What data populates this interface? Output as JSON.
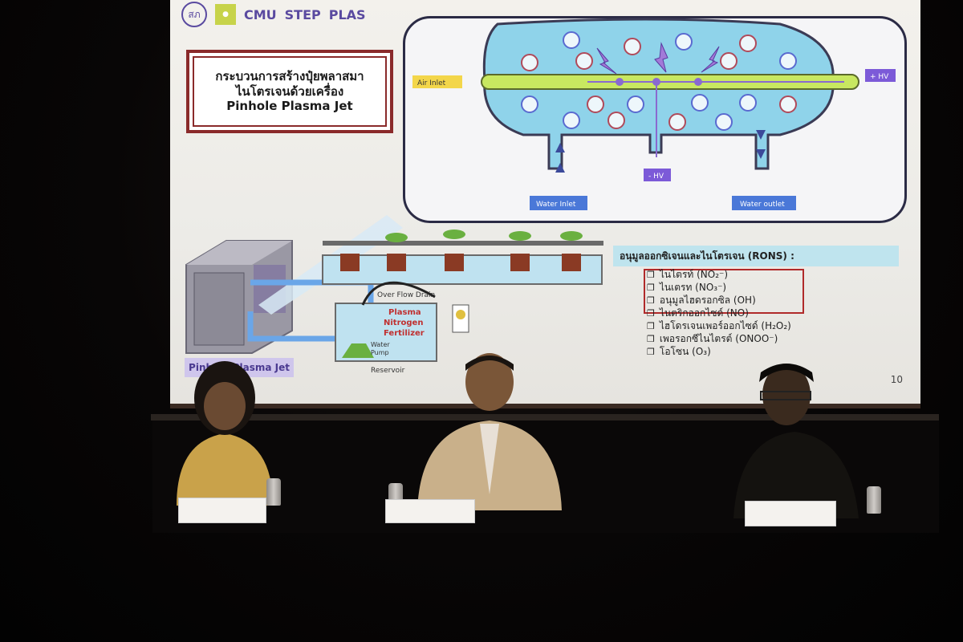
{
  "slide": {
    "logos": [
      "สภ",
      "CMU",
      "STEP",
      "PLAS"
    ],
    "title_line1": "กระบวนการสร้างปุ๋ยพลาสมา",
    "title_line2": "ไนโตรเจนด้วยเครื่อง",
    "title_line3": "Pinhole Plasma Jet",
    "reactor_labels": {
      "air_inlet": "Air Inlet",
      "hv_plus": "+ HV",
      "hv_minus": "- HV",
      "water_inlet": "Water Inlet",
      "water_outlet": "Water outlet"
    },
    "system_labels": {
      "overflow_drain": "Over Flow Drain",
      "fertilizer_line1": "Plasma",
      "fertilizer_line2": "Nitrogen",
      "fertilizer_line3": "Fertilizer",
      "water_pump_line1": "Water",
      "water_pump_line2": "Pump",
      "reservoir": "Reservoir"
    },
    "caption": "Pinhole Plasma Jet",
    "rons_title": "อนุมูลออกซิเจนและไนโตรเจน (RONS) :",
    "rons_items": [
      "ไนไตรท์ (NO₂⁻)",
      "ไนเตรท (NO₃⁻)",
      "อนุมูลไฮดรอกซิล (OH)",
      "ไนตริกออกไซด์ (NO)",
      "ไฮโดรเจนเพอร์ออกไซด์ (H₂O₂)",
      "เพอรอกซีไนไตรต์ (ONOO⁻)",
      "โอโซน (O₃)"
    ],
    "page_number": "10"
  },
  "colors": {
    "accent_purple": "#5a4aa0",
    "title_border": "#8a2a2a",
    "plasma_tube": "#c8e860",
    "water_blue": "#8fd3ea",
    "label_blue": "#4a78d8"
  }
}
